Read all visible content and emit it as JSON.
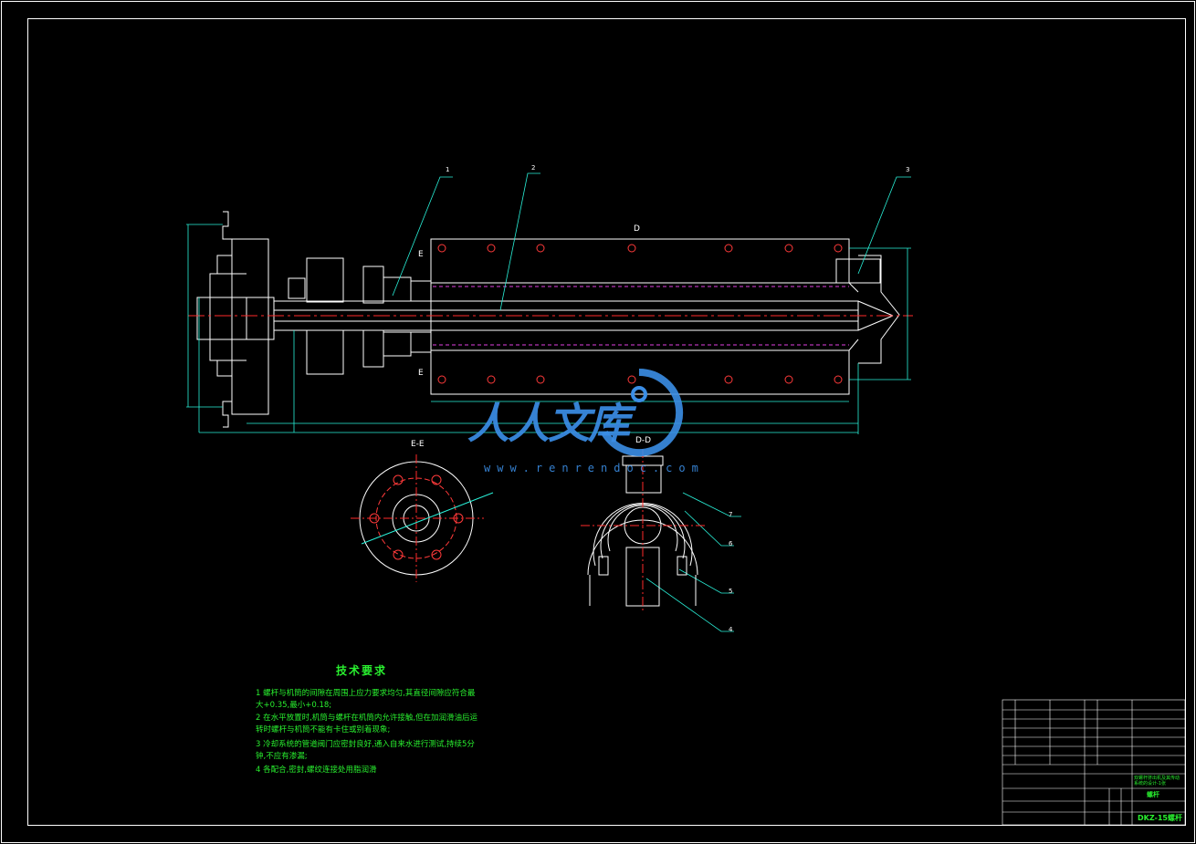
{
  "drawing": {
    "section_labels": {
      "ee": "E-E",
      "dd": "D-D",
      "d_mark": "D",
      "e_mark_top": "E",
      "e_mark_bottom": "E"
    },
    "leader_numbers": [
      "1",
      "2",
      "3",
      "4",
      "5",
      "6",
      "7"
    ],
    "tech_title": "技术要求",
    "tech_lines": [
      "1 螺杆与机筒的间隙在周围上应力要求均匀,其直径间隙应符合最",
      "大+0.35,最小+0.18;",
      "2 在水平放置时,机筒与螺杆在机筒内允许接触,但在加润滑油后运",
      "转时螺杆与机筒不能有卡住或别着现象;",
      "3 冷却系统的管道阀门应密封良好,通入自来水进行测试,持续5分",
      "钟,不应有渗漏;",
      "4 各配合,密封,螺纹连接处用脂润滑"
    ],
    "title_block": {
      "part_name": "螺杆",
      "drawing_no": "DKZ-15螺杆",
      "project": "双螺杆挤出机及其传动 系统的设计-1张"
    }
  },
  "watermark": {
    "text": "人人文库",
    "url": "www.renrendoc.com",
    "color": "#3b8ee6"
  },
  "colors": {
    "outline": "#ffffff",
    "dimension": "#29f0d8",
    "centerline": "#ff2a2a",
    "hidden": "#e040e0",
    "text": "#29f02f"
  }
}
